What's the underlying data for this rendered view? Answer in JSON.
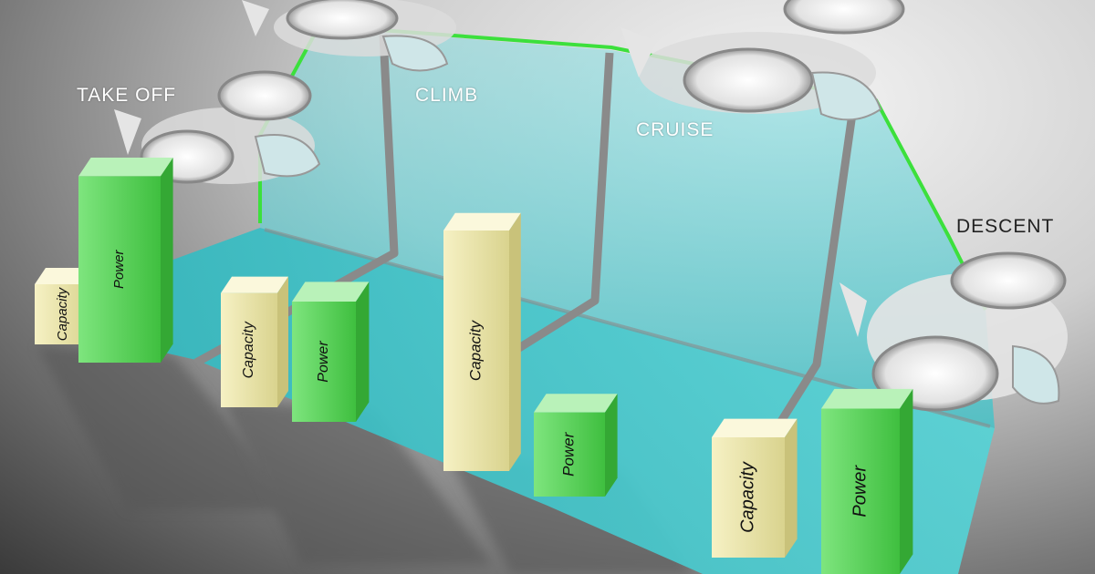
{
  "phases": [
    {
      "id": "takeoff",
      "label": "TAKE OFF",
      "bars": {
        "capacity_label": "Capacity",
        "power_label": "Power",
        "capacity_level": 0.2,
        "power_level": 0.62
      }
    },
    {
      "id": "climb",
      "label": "CLIMB",
      "bars": {
        "capacity_label": "Capacity",
        "power_label": "Power",
        "capacity_level": 0.38,
        "power_level": 0.4
      }
    },
    {
      "id": "cruise",
      "label": "CRUISE",
      "bars": {
        "capacity_label": "Capacity",
        "power_label": "Power",
        "capacity_level": 0.8,
        "power_level": 0.28
      }
    },
    {
      "id": "descent",
      "label": "DESCENT",
      "bars": {
        "capacity_label": "Capacity",
        "power_label": "Power",
        "capacity_level": 0.4,
        "power_level": 0.55
      }
    }
  ],
  "colors": {
    "background_light": "#f0f0f0",
    "background_dark": "#3a3a3a",
    "floor_cyan": "#3fc6cc",
    "wall_cyan": "#7fd9dc",
    "flight_path": "#3ce03c",
    "capacity_bar": "#ece6a6",
    "power_bar": "#5ed45e",
    "divider": "#8a8a8a"
  },
  "icons": [
    "evtol-aircraft-icon",
    "rotor-icon"
  ]
}
